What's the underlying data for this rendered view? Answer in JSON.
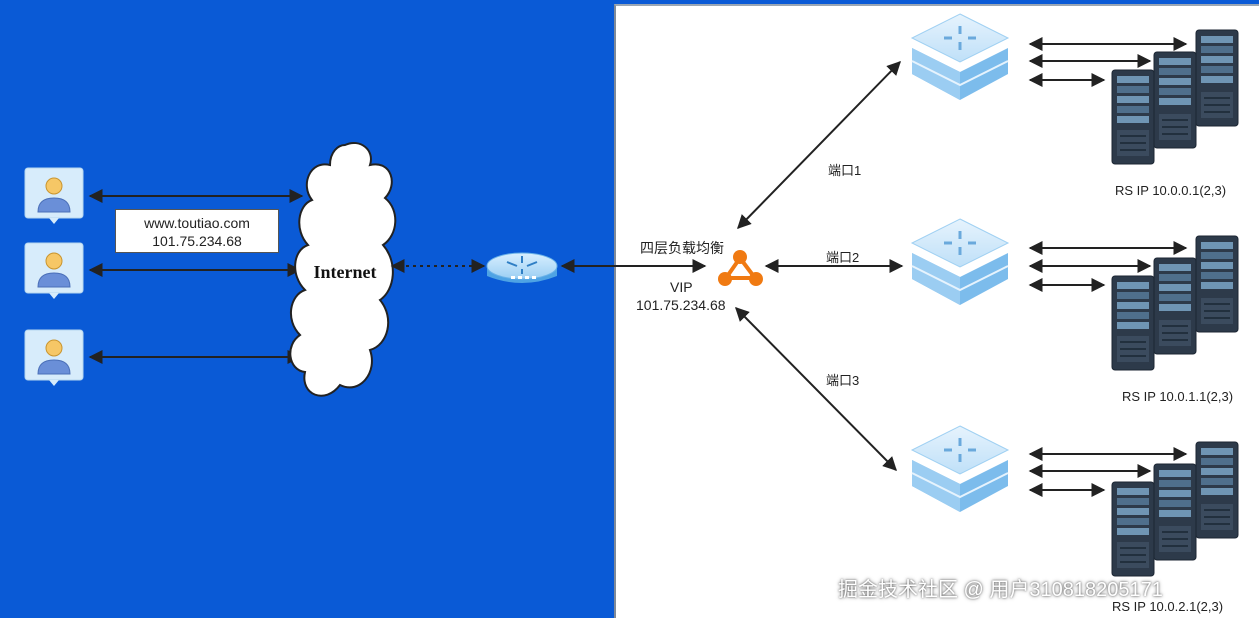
{
  "domain_box": {
    "url": "www.toutiao.com",
    "ip": "101.75.234.68"
  },
  "internet_label": "Internet",
  "load_balancer": {
    "title": "四层负载均衡",
    "vip_label": "VIP",
    "vip": "101.75.234.68"
  },
  "ports": [
    "端口1",
    "端口2",
    "端口3"
  ],
  "server_groups": [
    {
      "label": "RS IP 10.0.0.1(2,3)"
    },
    {
      "label": "RS IP 10.0.1.1(2,3)"
    },
    {
      "label": "RS IP 10.0.2.1(2,3)"
    }
  ],
  "watermark": "掘金技术社区 @ 用户310818205171",
  "colors": {
    "background": "#0a5ad6",
    "panel": "#ffffff",
    "lb_orange": "#f07a12",
    "switch_blue": "#8fc5ef",
    "server_dark": "#2d3a4a"
  },
  "icons": [
    "user-icon",
    "cloud-icon",
    "router-icon",
    "load-balancer-icon",
    "switch-icon",
    "server-rack-icon"
  ]
}
